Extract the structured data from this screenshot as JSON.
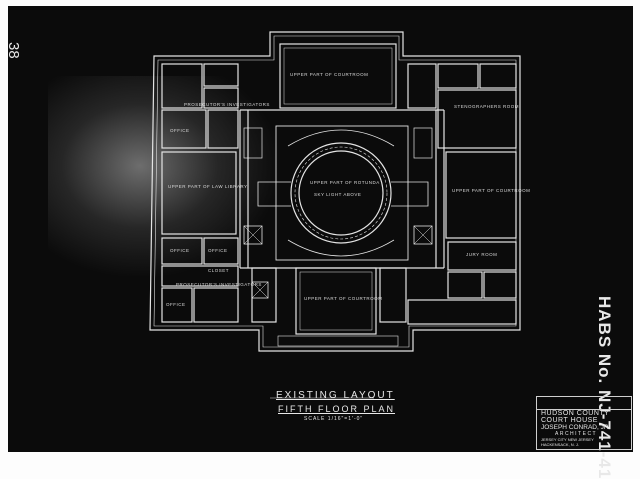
{
  "sheet": {
    "number": "38",
    "side_stamp": "HABS No. NJ-741-41"
  },
  "drawing": {
    "title": "EXISTING LAYOUT",
    "subtitle": "FIFTH FLOOR PLAN",
    "scale": "SCALE 1/16\"=1'-0\""
  },
  "rooms": {
    "courtroom_top": "UPPER PART OF COURTROOM",
    "courtroom_right": "UPPER PART OF COURTROOM",
    "courtroom_bottom": "UPPER PART OF COURTROOM",
    "left_hall": "UPPER PART OF LAW LIBRARY",
    "rotunda": "UPPER PART OF ROTUNDA",
    "stair_note": "SKY LIGHT ABOVE",
    "left_upper": "PROSECUTOR'S INVESTIGATORS",
    "left_lower": "PROSECUTOR'S INVESTIGATORS",
    "right_upper": "STENOGRAPHERS ROOM",
    "right_lower": "JURY ROOM",
    "office_left": "OFFICE",
    "office_left2": "OFFICE",
    "office_bottom_left": "OFFICE",
    "office_mid": "OFFICE",
    "closet": "CLOSET"
  },
  "title_block": {
    "line1": "HUDSON COUNTY",
    "line2": "COURT HOUSE",
    "line3": "JOSEPH CONRAD, JR.",
    "line4": "ARCHITECT",
    "line5": "JERSEY CITY  NEW JERSEY",
    "line6": "HACKENSACK, N. J."
  },
  "colors": {
    "background": "#0b0b0b",
    "linework": "#e4e4e4",
    "paper_border": "#fdfdfd"
  }
}
